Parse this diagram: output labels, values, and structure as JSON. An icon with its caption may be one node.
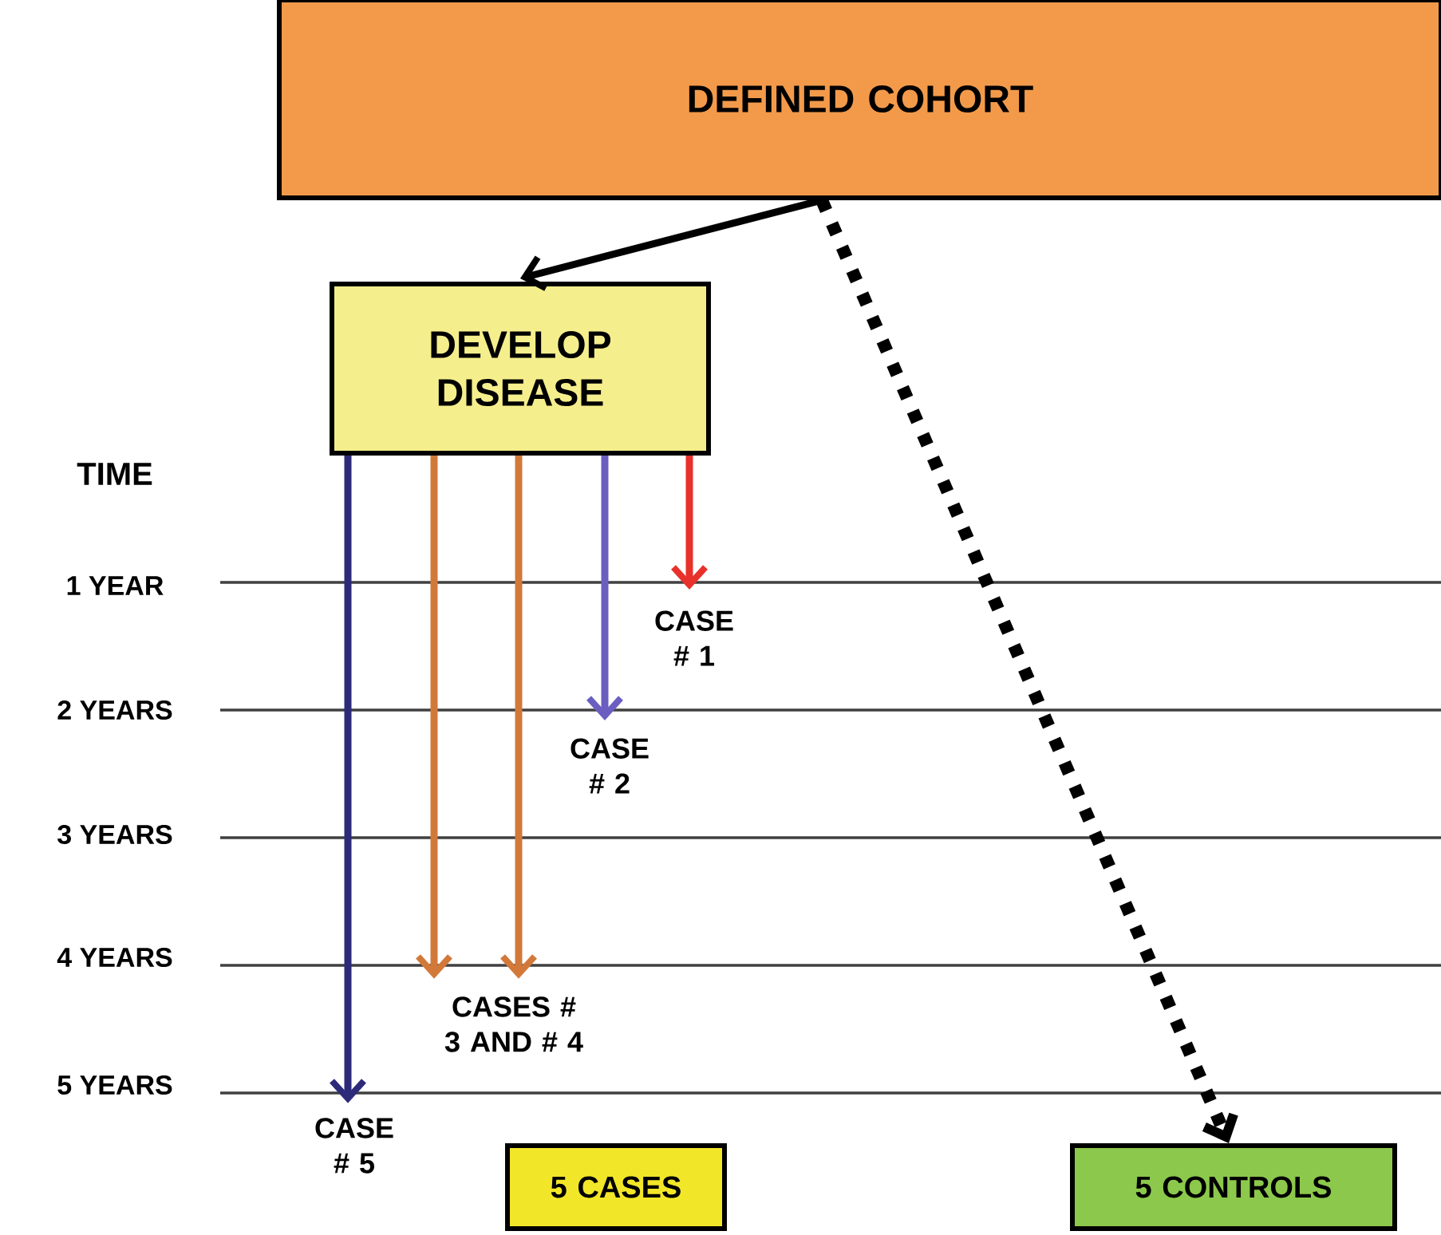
{
  "diagram": {
    "nodes": [
      {
        "text": [
          "DEFINED COHORT"
        ]
      },
      {
        "text": [
          "DEVELOP DISEASE"
        ]
      },
      {
        "text": [
          "CASE # 1"
        ]
      },
      {
        "text": [
          "CASE # 2"
        ]
      },
      {
        "text": [
          "CASES # 3 AND # 4"
        ]
      },
      {
        "text": [
          "CASE # 5"
        ]
      },
      {
        "text": [
          "5 CASES"
        ]
      },
      {
        "text": [
          "5 CONTROLS"
        ]
      }
    ],
    "edges": [
      {
        "from": 0,
        "to": 1,
        "arrow": "to"
      },
      {
        "from": 0,
        "to": 7,
        "arrow": "to",
        "style": "dashed"
      },
      {
        "from": 1,
        "to": 2,
        "arrow": "to",
        "color": "#e8312a"
      },
      {
        "from": 1,
        "to": 3,
        "arrow": "to",
        "color": "#6a5fc0"
      },
      {
        "from": 1,
        "to": 4,
        "arrow": "to",
        "color": "#d2793a"
      },
      {
        "from": 1,
        "to": 4,
        "arrow": "to",
        "color": "#d2793a"
      },
      {
        "from": 1,
        "to": 5,
        "arrow": "to",
        "color": "#2e2a7a"
      }
    ],
    "labels": [
      "TIME",
      "1 YEAR",
      "2 YEARS",
      "3 YEARS",
      "4 YEARS",
      "5 YEARS"
    ]
  }
}
